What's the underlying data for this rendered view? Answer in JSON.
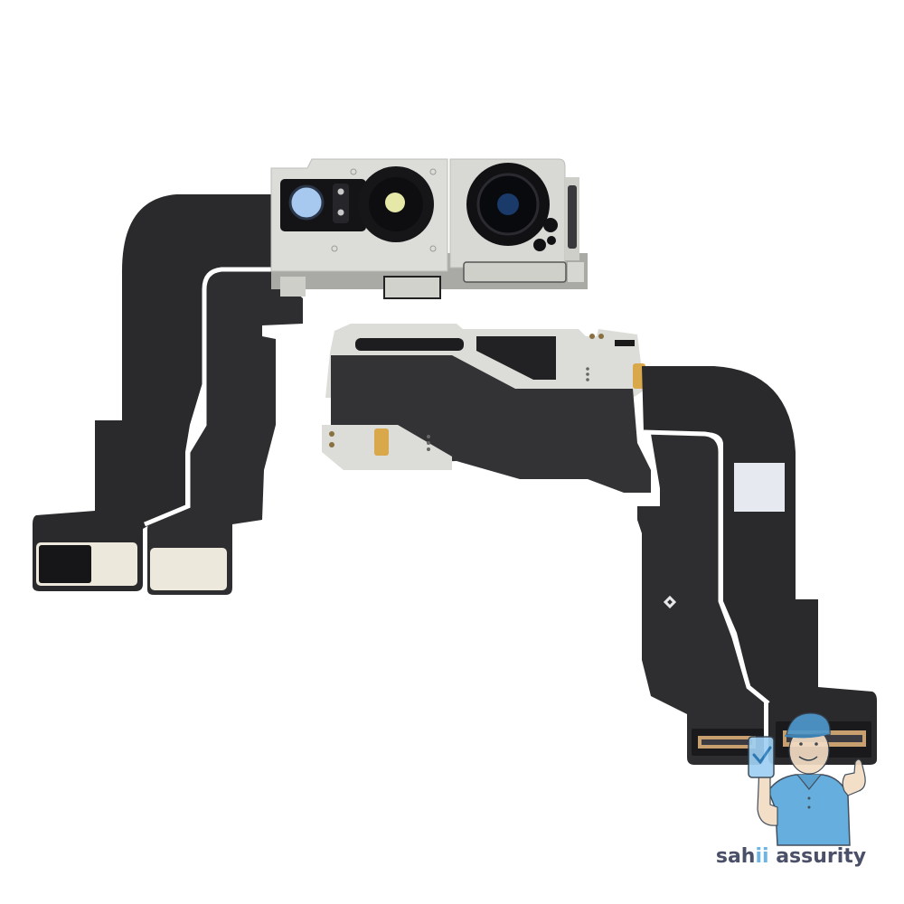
{
  "image": {
    "subject": "front camera flex cable assembly with Face ID sensor",
    "background_color": "#ffffff",
    "components": [
      {
        "name": "face-id-module",
        "description": "metal bracket with dot projector, flood illuminator and infrared camera"
      },
      {
        "name": "front-camera-module",
        "description": "metal bracket with selfie camera lens"
      },
      {
        "name": "left-flex-cables",
        "description": "two black flex ribbons ending in white adhesive pads"
      },
      {
        "name": "right-flex-cable",
        "description": "black flex ribbon with metal shield and gold contacts ending in board connectors"
      }
    ],
    "colors": {
      "flex": "#2b2b2e",
      "flex_dark": "#1f1f22",
      "metal": "#dcdcd8",
      "metal_shadow": "#a9a9a5",
      "lens_black": "#111114",
      "ir_lens_blue": "#a7c9f0",
      "flood_yellow": "#e6e8a8",
      "gold": "#d8a84a",
      "pad_white": "#ece8dc",
      "sticker": "#e6e9ef"
    }
  },
  "watermark": {
    "brand_prefix": "sah",
    "brand_accent": "ii",
    "brand_suffix": " assurity",
    "full_text": "sahii assurity",
    "mascot": "technician in blue cap and shirt holding phone with checkmark, thumbs up",
    "colors": {
      "text": "#4a5068",
      "accent": "#6ab4e8",
      "shirt": "#5aa8dc",
      "skin": "#f3dcc4"
    }
  }
}
